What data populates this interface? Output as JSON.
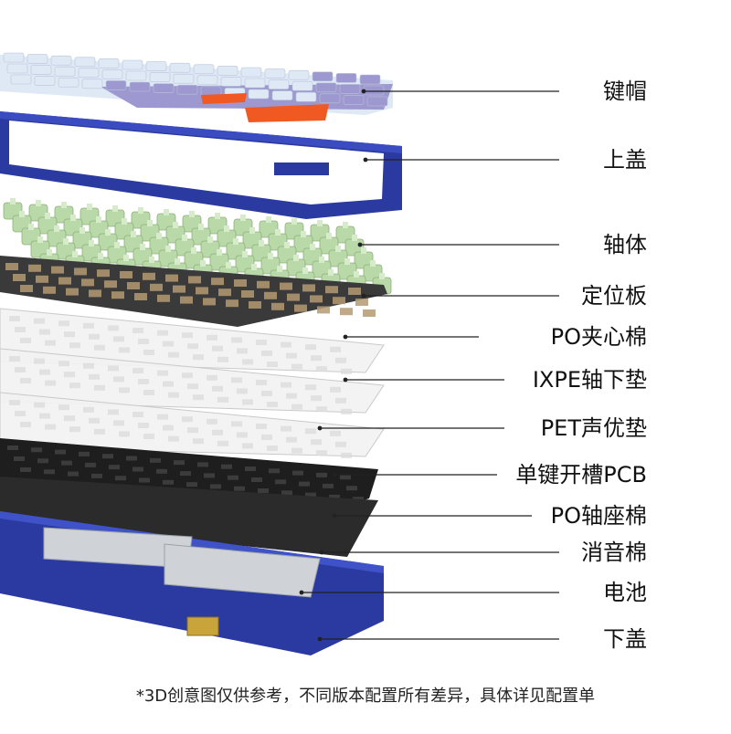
{
  "labels": [
    "键帽",
    "上盖",
    "轴体",
    "定位板",
    "PO夹心棉",
    "IXPE轴下垫",
    "PET声优垫",
    "单键开槽PCB",
    "PO轴座棉",
    "消音棉",
    "电池",
    "下盖"
  ],
  "footnote": "*3D创意图仅供参考，不同版本配置所有差异，具体详见配置单",
  "colors": {
    "keycap_light": "#dfe9f6",
    "keycap_lavender": "#9d98cf",
    "keycap_orange": "#f05a22",
    "case_blue": "#2a3aa0",
    "switch_green": "#b9d9a8",
    "plate_dark": "#3a3a3a",
    "foam_white": "#f2f2f2",
    "pcb_black": "#1e1e1e",
    "battery_gray": "#cfd2d6"
  }
}
